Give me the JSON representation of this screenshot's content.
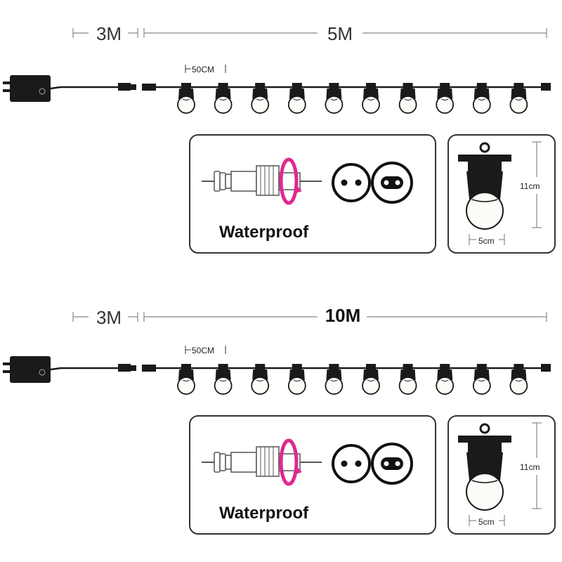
{
  "sections": [
    {
      "lead_length": "3M",
      "string_length": "5M",
      "string_length_bold": false,
      "spacing_label": "50CM",
      "bulb_count": 10,
      "waterproof_label": "Waterproof",
      "bulb_height": "11cm",
      "bulb_width": "5cm"
    },
    {
      "lead_length": "3M",
      "string_length": "10M",
      "string_length_bold": true,
      "spacing_label": "50CM",
      "bulb_count": 10,
      "waterproof_label": "Waterproof",
      "bulb_height": "11cm",
      "bulb_width": "5cm"
    }
  ],
  "colors": {
    "cable": "#1a1a1a",
    "rotate_arrow": "#e0288f",
    "dimension_line": "#888888",
    "panel_border": "#333333"
  },
  "icons": [
    "controller-box-icon",
    "connector-plug-icon",
    "rotate-arrow-icon",
    "socket-icon",
    "bulb-icon"
  ]
}
